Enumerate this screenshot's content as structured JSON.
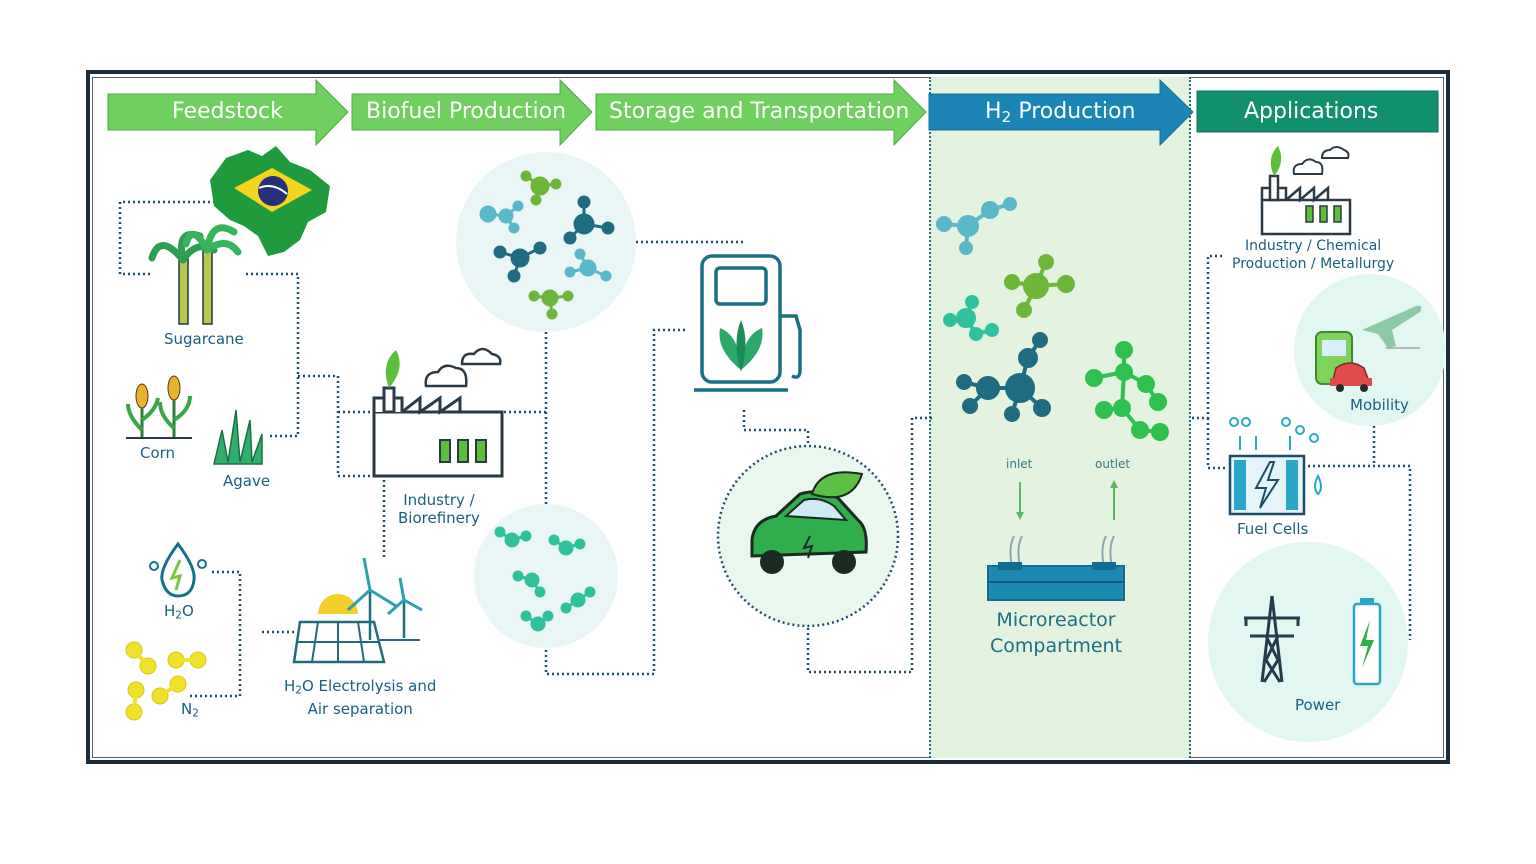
{
  "stages": {
    "feedstock": "Feedstock",
    "biofuel": "Biofuel Production",
    "storage": "Storage and Transportation",
    "h2_prefix": "H",
    "h2_sub": "2",
    "h2_suffix": " Production",
    "applications": "Applications"
  },
  "feedstock": {
    "sugarcane": "Sugarcane",
    "corn": "Corn",
    "agave": "Agave",
    "h2o_main": "H",
    "h2o_sub": "2",
    "h2o_tail": "O",
    "n2_main": "N",
    "n2_sub": "2"
  },
  "production": {
    "industry_line1": "Industry /",
    "industry_line2": "Biorefinery",
    "electro_prefix": "H",
    "electro_sub": "2",
    "electro_line1_tail": "O Electrolysis and",
    "electro_line2": "Air separation"
  },
  "reactor": {
    "inlet": "inlet",
    "outlet": "outlet",
    "line1": "Microreactor",
    "line2": "Compartment"
  },
  "applications": {
    "industry_line1": "Industry / Chemical",
    "industry_line2": "Production / Metallurgy",
    "mobility": "Mobility",
    "fuel_cells": "Fuel Cells",
    "power": "Power"
  },
  "colors": {
    "green_arrow": "#6fcf5f",
    "blue_arrow": "#1b86b5",
    "teal_box": "#12906e",
    "h2_zone": "#e3f3df",
    "label_blue": "#1c5e82",
    "dotted_line": "#1f4f6f"
  },
  "icons": [
    "brazil-map-icon",
    "sugarcane-icon",
    "corn-icon",
    "agave-icon",
    "water-drop-icon",
    "nitrogen-molecule-icon",
    "factory-icon",
    "solar-wind-icon",
    "molecule-cluster-icon",
    "fuel-pump-icon",
    "electric-car-icon",
    "microreactor-icon",
    "airplane-icon",
    "bus-icon",
    "car-icon",
    "fuel-cell-icon",
    "power-tower-icon",
    "battery-icon"
  ]
}
